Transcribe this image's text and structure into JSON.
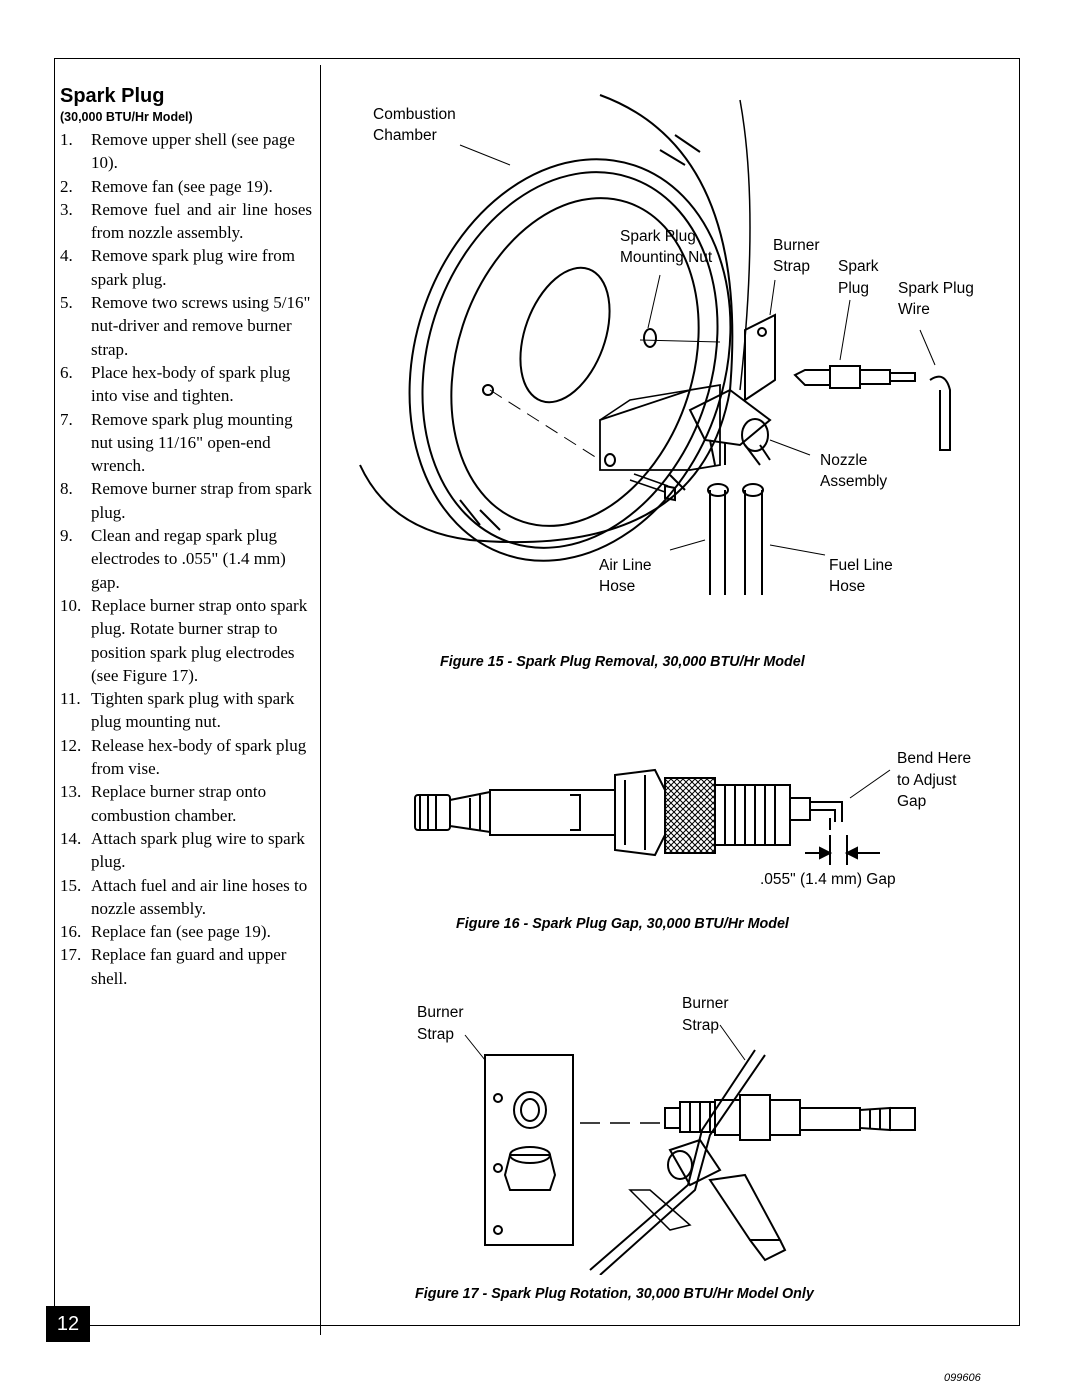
{
  "section": {
    "title": "Spark Plug",
    "subtitle": "(30,000 BTU/Hr Model)"
  },
  "steps": [
    {
      "num": "1.",
      "text": "Remove upper shell (see page 10)."
    },
    {
      "num": "2.",
      "text": "Remove fan (see page 19)."
    },
    {
      "num": "3.",
      "text": "Remove fuel and air line hoses from nozzle assembly."
    },
    {
      "num": "4.",
      "text": "Remove spark plug wire from spark plug."
    },
    {
      "num": "5.",
      "text": "Remove two screws using 5/16\" nut-driver and remove burner strap."
    },
    {
      "num": "6.",
      "text": "Place hex-body of spark plug into vise and tighten."
    },
    {
      "num": "7.",
      "text": "Remove spark plug mounting nut using 11/16\" open-end wrench."
    },
    {
      "num": "8.",
      "text": "Remove burner strap from spark plug."
    },
    {
      "num": "9.",
      "text": "Clean and regap spark plug electrodes to .055\" (1.4 mm) gap."
    },
    {
      "num": "10.",
      "text": "Replace burner strap onto spark plug. Rotate burner strap to position spark plug electrodes (see Figure 17)."
    },
    {
      "num": "11.",
      "text": "Tighten spark plug with spark plug mounting nut."
    },
    {
      "num": "12.",
      "text": "Release hex-body of spark plug from vise."
    },
    {
      "num": "13.",
      "text": "Replace burner strap onto combustion chamber."
    },
    {
      "num": "14.",
      "text": "Attach spark plug wire to spark plug."
    },
    {
      "num": "15.",
      "text": "Attach fuel and air line hoses to nozzle assembly."
    },
    {
      "num": "16.",
      "text": "Replace fan (see page 19)."
    },
    {
      "num": "17.",
      "text": "Replace fan guard and upper shell."
    }
  ],
  "figure15": {
    "caption": "Figure 15 - Spark Plug Removal, 30,000 BTU/Hr Model",
    "labels": {
      "combustion_1": "Combustion",
      "combustion_2": "Chamber",
      "mount_1": "Spark Plug",
      "mount_2": "Mounting Nut",
      "burner_1": "Burner",
      "burner_2": "Strap",
      "plug_1": "Spark",
      "plug_2": "Plug",
      "wire_1": "Spark Plug",
      "wire_2": "Wire",
      "nozzle_1": "Nozzle",
      "nozzle_2": "Assembly",
      "air_1": "Air Line",
      "air_2": "Hose",
      "fuel_1": "Fuel Line",
      "fuel_2": "Hose"
    }
  },
  "figure16": {
    "caption": "Figure 16 - Spark Plug Gap, 30,000 BTU/Hr Model",
    "labels": {
      "bend_1": "Bend Here",
      "bend_2": "to Adjust",
      "bend_3": "Gap",
      "gap": ".055\" (1.4 mm) Gap"
    }
  },
  "figure17": {
    "caption": "Figure 17 - Spark Plug Rotation, 30,000 BTU/Hr Model Only",
    "labels": {
      "left_1": "Burner",
      "left_2": "Strap",
      "right_1": "Burner",
      "right_2": "Strap"
    }
  },
  "footer": {
    "page_number": "12",
    "doc_number": "099606"
  }
}
